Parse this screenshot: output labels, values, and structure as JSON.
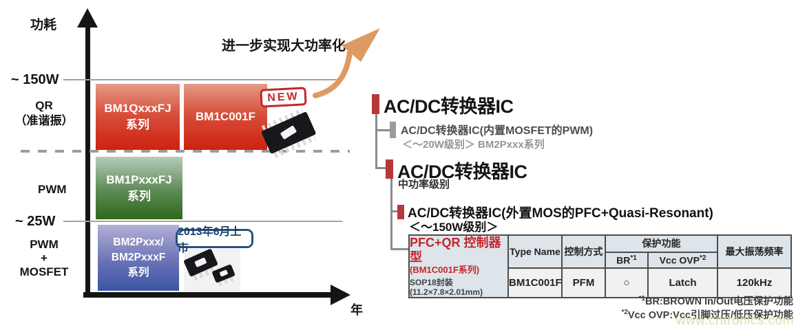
{
  "chart": {
    "y_axis_label": "功耗",
    "x_axis_label": "年",
    "annotation": "进一步实现大功率化",
    "y_levels": [
      "~ 150W",
      "~ 25W"
    ],
    "row_labels": {
      "qr": [
        "QR",
        "（准谐振）"
      ],
      "pwm": "PWM",
      "pwm_mosfet": [
        "PWM",
        "+",
        "MOSFET"
      ]
    },
    "boxes": {
      "bm1q": [
        "BM1QxxxFJ",
        "系列"
      ],
      "bm1c": "BM1C001F",
      "bm1p": [
        "BM1PxxxFJ",
        "系列"
      ],
      "bm2p": [
        "BM2Pxxx/",
        "BM2PxxxF",
        "系列"
      ]
    },
    "new_badge": "NEW",
    "launch_badge": "2013年6月上市"
  },
  "tree": {
    "node1": {
      "title": "AC/DC转换器IC"
    },
    "node2": {
      "title": "AC/DC转换器IC(内置MOSFET的PWM)",
      "subtitle": "＜～20W级别＞ BM2Pxxx系列"
    },
    "node3": {
      "title": "AC/DC转换器IC",
      "subtitle": "中功率级别"
    },
    "node4": {
      "title": "AC/DC转换器IC(外置MOS的PFC+Quasi-Resonant)",
      "subtitle": "＜～150W级别＞"
    }
  },
  "spec_table": {
    "product": {
      "title": "PFC+QR 控制器型",
      "series": "(BM1C001F系列)",
      "package": "SOP18封装",
      "dimensions": "(11.2×7.8×2.01mm)"
    },
    "headers": {
      "type_name": "Type Name",
      "control": "控制方式",
      "protection": "保护功能",
      "br": "BR",
      "br_sup": "*1",
      "vcc": "Vcc OVP",
      "vcc_sup": "*2",
      "freq": "最大振荡频率"
    },
    "row": {
      "type_name": "BM1C001F",
      "control": "PFM",
      "br": "○",
      "vcc": "Latch",
      "freq": "120kHz"
    }
  },
  "footnotes": [
    {
      "marker": "*1",
      "text": "BR:BROWN In/Out电压保护功能"
    },
    {
      "marker": "*2",
      "text": "Vcc OVP:Vcc引脚过压/低压保护功能"
    }
  ],
  "watermark": "www.cntronics.com",
  "colors": {
    "accent_red": "#c1272d",
    "tree_bar_red": "#b5383b",
    "tree_bar_gray": "#9b9b9b",
    "arrow_orange": "#dd9a62",
    "box_red_bottom": "#cd2110",
    "box_green_bottom": "#2e671d",
    "box_blue_bottom": "#3a55a2",
    "table_header_bg": "#dde4ea",
    "table_body_bg": "#f0f1f0",
    "watermark_color": "#d4e3ae"
  }
}
